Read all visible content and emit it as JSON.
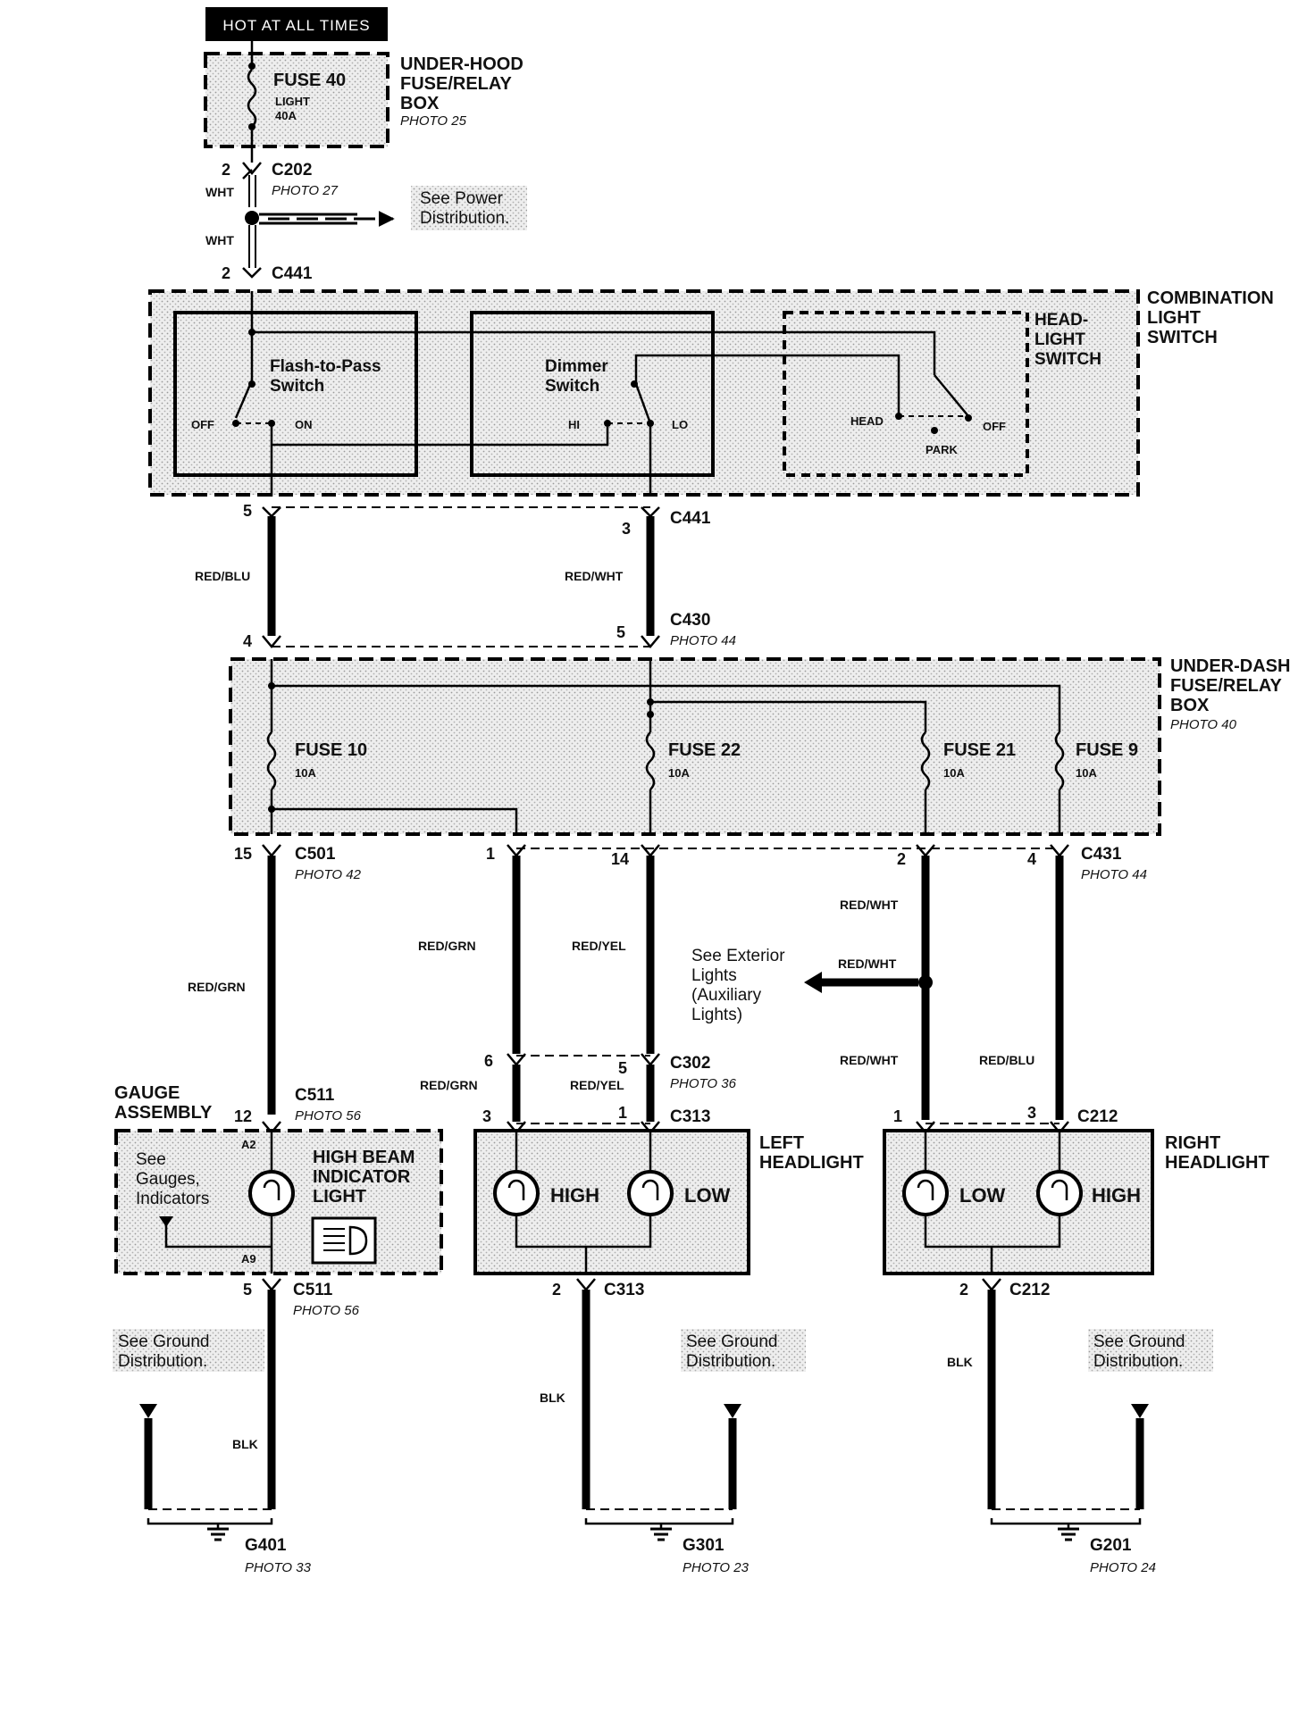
{
  "header": {
    "hot_label": "HOT AT ALL TIMES"
  },
  "underhood": {
    "title": [
      "UNDER-HOOD",
      "FUSE/RELAY",
      "BOX"
    ],
    "photo": "PHOTO 25",
    "fuse": "FUSE 40",
    "fuse_name": "LIGHT",
    "fuse_amp": "40A"
  },
  "c202": {
    "pin": "2",
    "name": "C202",
    "photo": "PHOTO 27",
    "wire_top": "WHT",
    "wire_bottom": "WHT"
  },
  "power_ref": [
    "See Power",
    "Distribution."
  ],
  "c441_top": {
    "pin": "2",
    "name": "C441"
  },
  "combo": {
    "title": [
      "COMBINATION",
      "LIGHT",
      "SWITCH"
    ],
    "flash_label": [
      "Flash-to-Pass",
      "Switch"
    ],
    "flash_off": "OFF",
    "flash_on": "ON",
    "dimmer_label": [
      "Dimmer",
      "Switch"
    ],
    "dimmer_hi": "HI",
    "dimmer_lo": "LO",
    "headlight_label": [
      "HEAD-",
      "LIGHT",
      "SWITCH"
    ],
    "hl_head": "HEAD",
    "hl_park": "PARK",
    "hl_off": "OFF"
  },
  "c441_bottom": {
    "pin_left": "5",
    "pin_right": "3",
    "name": "C441"
  },
  "mid_wires": {
    "left": "RED/BLU",
    "right": "RED/WHT"
  },
  "c430": {
    "pin_left": "4",
    "pin_right": "5",
    "name": "C430",
    "photo": "PHOTO 44"
  },
  "underdash": {
    "title": [
      "UNDER-DASH",
      "FUSE/RELAY",
      "BOX"
    ],
    "photo": "PHOTO 40",
    "fuses": [
      {
        "name": "FUSE 10",
        "amp": "10A"
      },
      {
        "name": "FUSE 22",
        "amp": "10A"
      },
      {
        "name": "FUSE 21",
        "amp": "10A"
      },
      {
        "name": "FUSE 9",
        "amp": "10A"
      }
    ]
  },
  "c501": {
    "pin": "15",
    "name": "C501",
    "photo": "PHOTO 42"
  },
  "c431": {
    "pins": [
      "1",
      "14",
      "2",
      "4"
    ],
    "name": "C431",
    "photo": "PHOTO 44"
  },
  "lower_wires": {
    "w1": "RED/GRN",
    "w2": "RED/GRN",
    "w3": "RED/YEL",
    "w4": "RED/WHT",
    "w4b": "RED/WHT",
    "w4c": "RED/WHT",
    "w5": "RED/BLU"
  },
  "exterior_ref": [
    "See Exterior",
    "Lights",
    "(Auxiliary",
    "Lights)"
  ],
  "c302": {
    "pin_left": "6",
    "pin_right": "5",
    "name": "C302",
    "photo": "PHOTO 36",
    "wire_left": "RED/GRN",
    "wire_right": "RED/YEL"
  },
  "c511_top": {
    "pin": "12",
    "name": "C511",
    "photo": "PHOTO 56"
  },
  "gauge": {
    "title": [
      "GAUGE",
      "ASSEMBLY"
    ],
    "ref": [
      "See",
      "Gauges,",
      "Indicators"
    ],
    "light_label": [
      "HIGH BEAM",
      "INDICATOR",
      "LIGHT"
    ],
    "term_top": "A2",
    "term_bottom": "A9"
  },
  "c313_top": {
    "pin_left": "3",
    "pin_right": "1",
    "name": "C313"
  },
  "left_headlight": {
    "title": [
      "LEFT",
      "HEADLIGHT"
    ],
    "high": "HIGH",
    "low": "LOW"
  },
  "c212_top": {
    "pin_left": "1",
    "pin_right": "3",
    "name": "C212"
  },
  "right_headlight": {
    "title": [
      "RIGHT",
      "HEADLIGHT"
    ],
    "low": "LOW",
    "high": "HIGH"
  },
  "c511_bottom": {
    "pin": "5",
    "name": "C511",
    "photo": "PHOTO 56"
  },
  "c313_bottom": {
    "pin": "2",
    "name": "C313"
  },
  "c212_bottom": {
    "pin": "2",
    "name": "C212"
  },
  "ground_ref": [
    "See Ground",
    "Distribution."
  ],
  "ground_wires": {
    "g1": "BLK",
    "g2": "BLK",
    "g3": "BLK"
  },
  "grounds": [
    {
      "name": "G401",
      "photo": "PHOTO 33"
    },
    {
      "name": "G301",
      "photo": "PHOTO 23"
    },
    {
      "name": "G201",
      "photo": "PHOTO 24"
    }
  ]
}
